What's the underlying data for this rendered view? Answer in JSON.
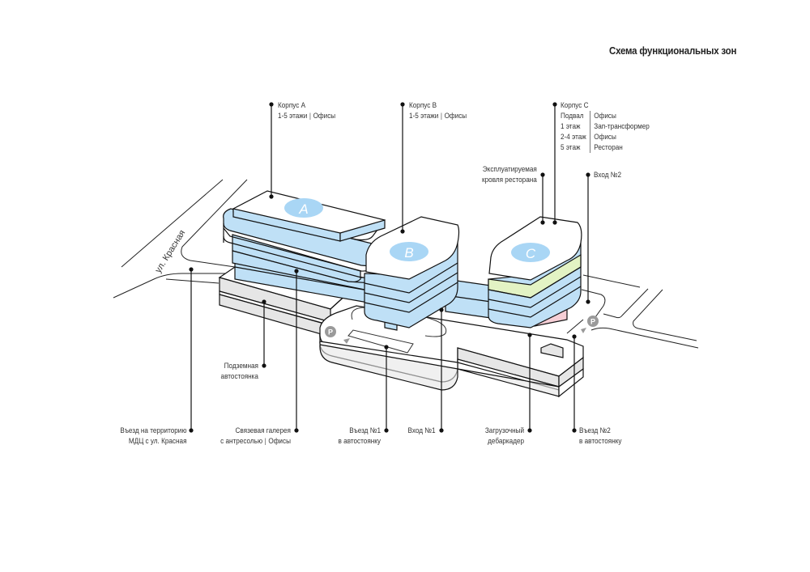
{
  "title": "Схема функциональных зон",
  "street_label": "ул. Красная",
  "colors": {
    "office_blue": "#bfe0f6",
    "badge_blue": "#a9d6f5",
    "restaurant_green": "#e3f3c4",
    "transformer_pink": "#f6cfd6",
    "parking_grey": "#e6e6e6",
    "parking_icon": "#9a9a9a",
    "outline": "#111111"
  },
  "buildings": [
    {
      "badge": "A",
      "title": "Корпус А",
      "floors": "1-5 этажи",
      "use": "Офисы"
    },
    {
      "badge": "B",
      "title": "Корпус В",
      "floors": "1-5 этажи",
      "use": "Офисы"
    },
    {
      "badge": "C",
      "title": "Корпус С",
      "rows": [
        {
          "floor": "Подвал",
          "use": "Офисы"
        },
        {
          "floor": "1 этаж",
          "use": "Зап-трансформер"
        },
        {
          "floor": "2-4 этаж",
          "use": "Офисы"
        },
        {
          "floor": "5 этаж",
          "use": "Ресторан"
        }
      ]
    }
  ],
  "parking_icon_label": "P",
  "callouts": {
    "roof": [
      "Эксплуатируемая",
      "кровля ресторана"
    ],
    "entrance2": "Вход №2",
    "underground_parking": [
      "Подземная",
      "автостоянка"
    ],
    "site_entry": [
      "Въезд на территорию",
      "МДЦ с ул. Красная"
    ],
    "gallery": [
      "Связевая галерея",
      "с антресолью",
      "Офисы"
    ],
    "parking_entry1": [
      "Въезд  №1",
      "в автостоянку"
    ],
    "entrance1": "Вход №1",
    "loading_dock": [
      "Загрузочный",
      "дебаркадер"
    ],
    "parking_entry2": [
      "Въезд  №2",
      "в автостоянку"
    ]
  }
}
